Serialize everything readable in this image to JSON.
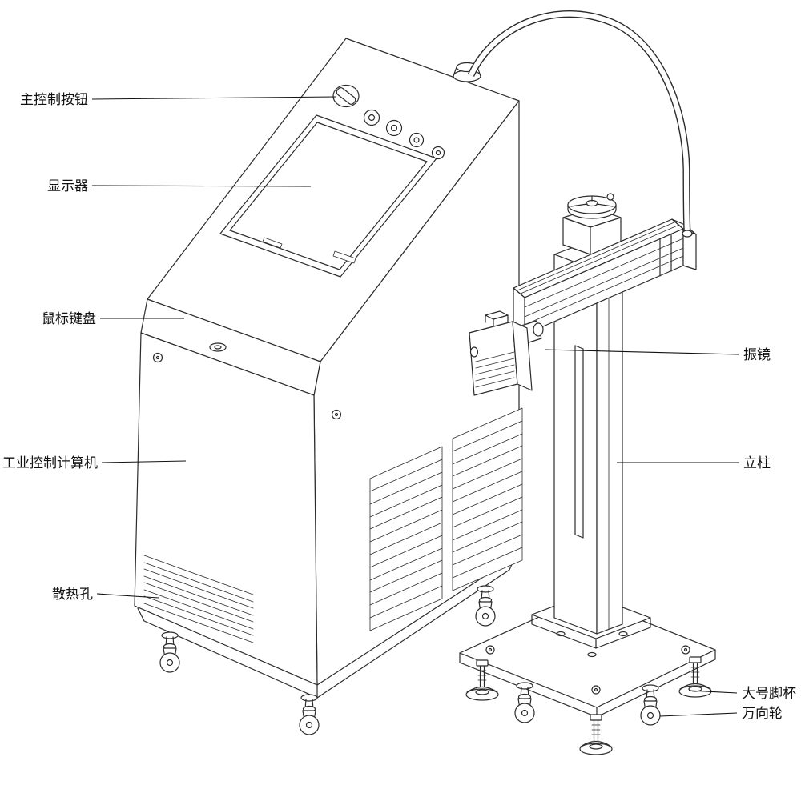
{
  "figure": {
    "kind": "technical line drawing",
    "colors": {
      "background": "#ffffff",
      "line": "#2b2b2b",
      "text": "#111111"
    }
  },
  "labels": {
    "main_control_button": "主控制按钮",
    "display": "显示器",
    "mouse_keyboard": "鼠标键盘",
    "industrial_computer": "工业控制计算机",
    "heat_vent": "散热孔",
    "galvanometer": "振镜",
    "column": "立柱",
    "large_foot_cup": "大号脚杯",
    "universal_wheel": "万向轮"
  }
}
